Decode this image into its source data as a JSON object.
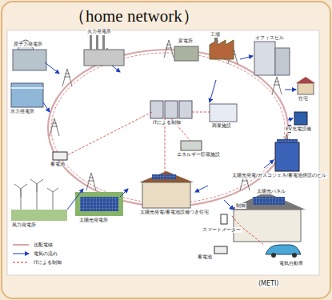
{
  "diagram": {
    "title": "（home network）",
    "caption": "(METI)",
    "labels": [
      "原子力発電所",
      "火力発電所",
      "変電所",
      "工場",
      "オフィスビル",
      "住宅",
      "水力発電所",
      "ITによる制御",
      "商業施設",
      "EV充電設備",
      "蓄電池",
      "エネルギー貯蔵施設",
      "太陽光発電/ガスコジェネ/蓄電池併設のビル",
      "風力発電所",
      "太陽光発電所",
      "太陽光パネル",
      "太陽光発電/蓄電池設備つき住宅",
      "制御",
      "スマートメーター",
      "蓄電池",
      "電気自動車"
    ],
    "legend": [
      {
        "text": "送配電線"
      },
      {
        "text": "電気の流れ"
      },
      {
        "text": "ITによる制御"
      }
    ]
  }
}
